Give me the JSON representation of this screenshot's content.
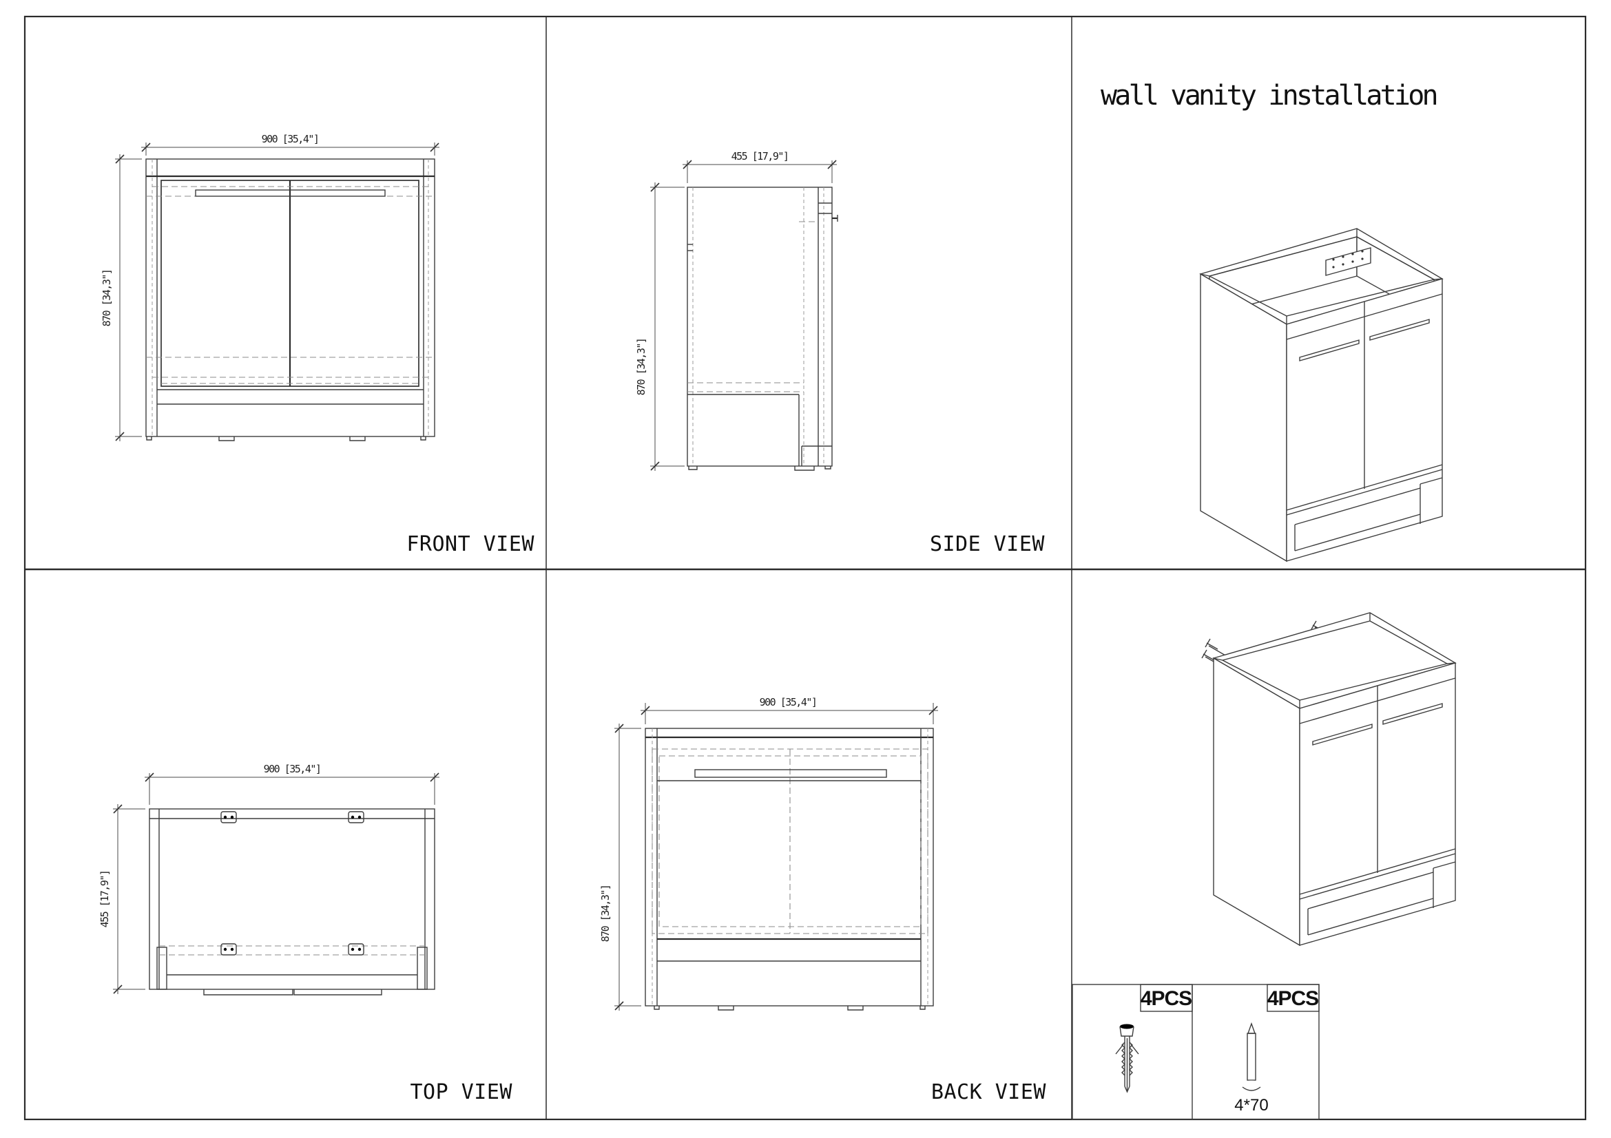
{
  "title_block": {
    "title": "wall vanity installation"
  },
  "views": {
    "front": {
      "label": "FRONT VIEW",
      "dim_width": "900 [35,4\"]",
      "dim_height": "870 [34,3\"]"
    },
    "side": {
      "label": "SIDE VIEW",
      "dim_width": "455 [17,9\"]",
      "dim_height": "870 [34,3\"]"
    },
    "top": {
      "label": "TOP VIEW",
      "dim_width": "900 [35,4\"]",
      "dim_depth": "455 [17,9\"]"
    },
    "back": {
      "label": "BACK VIEW",
      "dim_width": "900 [35,4\"]",
      "dim_height": "870 [34,3\"]"
    }
  },
  "hardware": {
    "anchor": {
      "icon": "wall-anchor-icon",
      "qty": "4PCS"
    },
    "screw": {
      "icon": "screw-icon",
      "qty": "4PCS",
      "size": "4*70"
    }
  },
  "colors": {
    "background": "#ffffff",
    "line": "#3d3d3d",
    "line_dark": "#1f1f1f",
    "hidden_line": "#8b8b8b",
    "text": "#1f1f1f"
  }
}
